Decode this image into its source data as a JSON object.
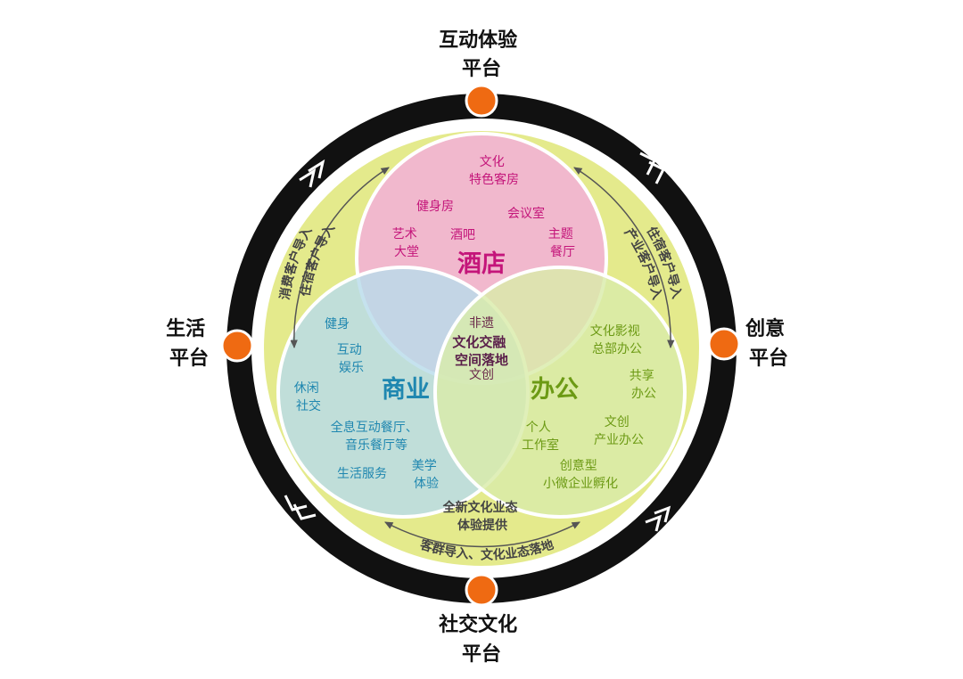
{
  "colors": {
    "outer_ring": "#111111",
    "inner_band": "#e4ea8c",
    "node": "#ef6a12",
    "hotel": "#f2b3d4",
    "business": "#b8dcea",
    "office": "#d9ecaa",
    "hotel_text": "#c4157a",
    "business_text": "#1f87b0",
    "office_text": "#6c9a14"
  },
  "platforms": {
    "top": [
      "互动体验",
      "平台"
    ],
    "left": [
      "生活",
      "平台"
    ],
    "right": [
      "创意",
      "平台"
    ],
    "bottom": [
      "社交文化",
      "平台"
    ]
  },
  "hotel": {
    "title": "酒店",
    "items": [
      [
        "文化",
        "特色客房"
      ],
      [
        "健身房"
      ],
      [
        "会议室"
      ],
      [
        "艺术",
        "大堂"
      ],
      [
        "酒吧"
      ],
      [
        "主题",
        "餐厅"
      ]
    ]
  },
  "business": {
    "title": "商业",
    "items": [
      [
        "健身"
      ],
      [
        "互动",
        "娱乐"
      ],
      [
        "休闲",
        "社交"
      ],
      [
        "全息互动餐厅、",
        "音乐餐厅等"
      ],
      [
        "生活服务"
      ],
      [
        "美学",
        "体验"
      ]
    ]
  },
  "office": {
    "title": "办公",
    "items": [
      [
        "文化影视",
        "总部办公"
      ],
      [
        "共享",
        "办公"
      ],
      [
        "文创",
        "产业办公"
      ],
      [
        "个人",
        "工作室"
      ],
      [
        "创意型",
        "小微企业孵化"
      ]
    ]
  },
  "center": {
    "top": "非遗",
    "main": [
      "文化交融",
      "空间落地"
    ],
    "bottom": "文创"
  },
  "lower_center": [
    "全新文化业态",
    "体验提供"
  ],
  "ring_labels": {
    "left_outer": "消费客户导入",
    "left_inner": "住宿客户导入",
    "right_outer": "住宿客户导入",
    "right_inner": "产业客户导入",
    "bottom": "客群导入、文化业态落地"
  }
}
